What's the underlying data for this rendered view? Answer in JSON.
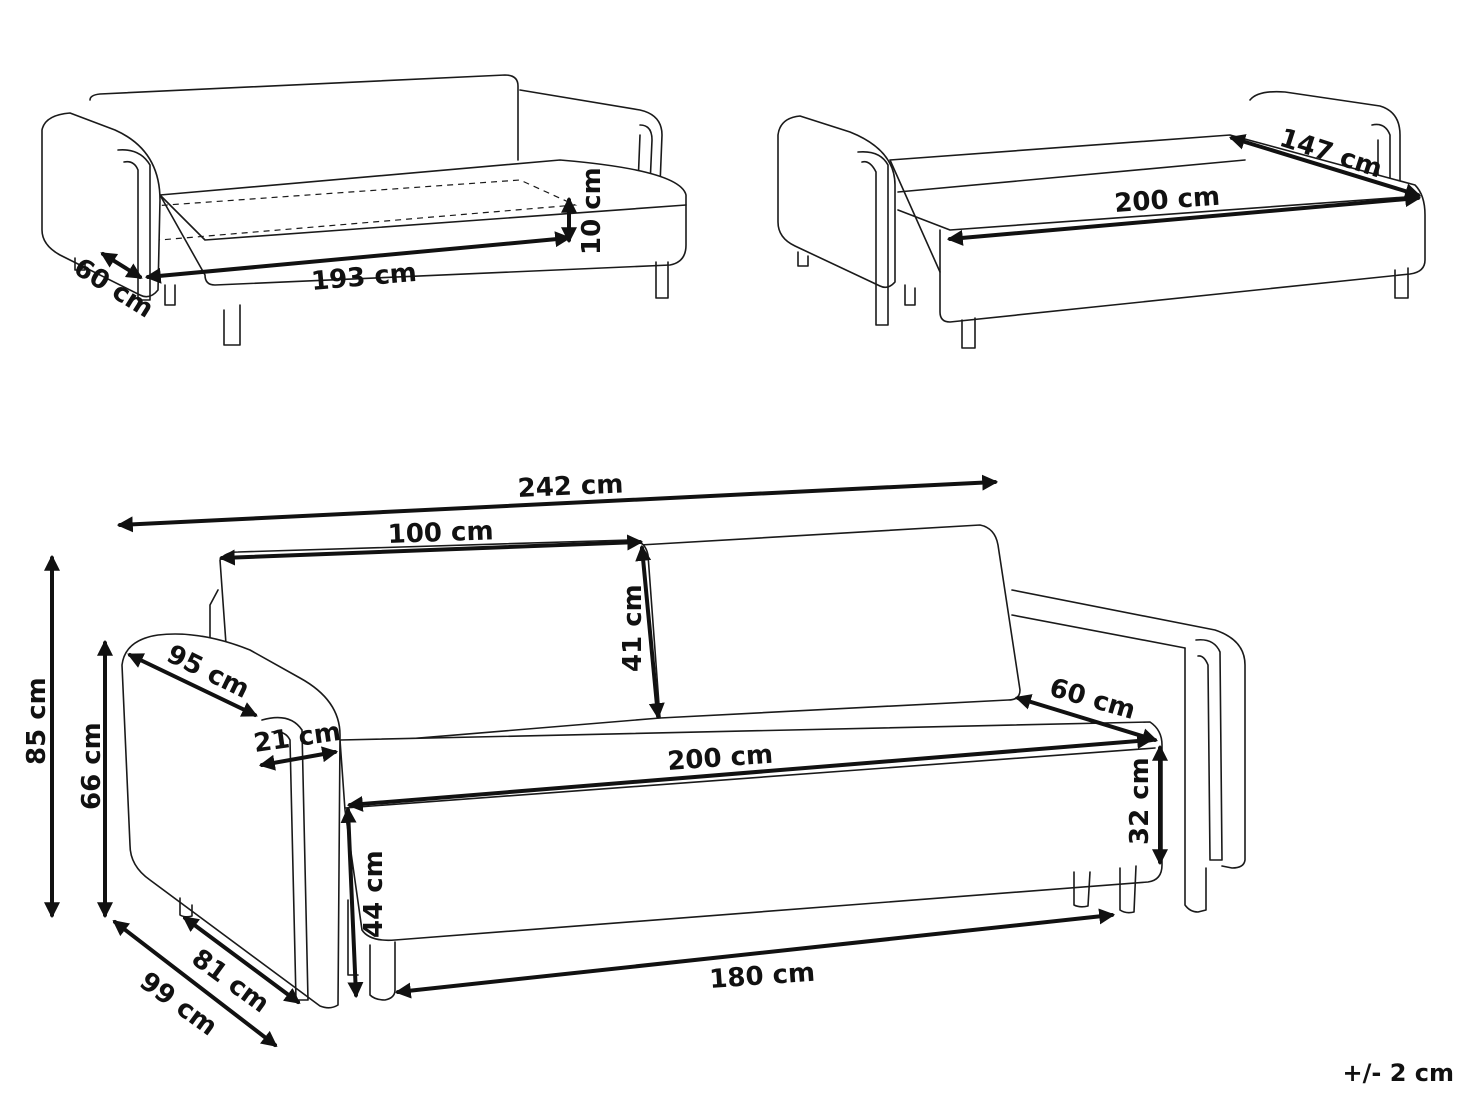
{
  "diagram": {
    "colors": {
      "line": "#1a1a1a",
      "dimension": "#111111",
      "background": "#ffffff"
    },
    "bed_view": {
      "depth": "60 cm",
      "length": "193 cm",
      "thickness": "10 cm"
    },
    "unfolded_view": {
      "width": "147 cm",
      "length": "200 cm"
    },
    "sofa_view": {
      "total_width": "242 cm",
      "backrest_width": "100 cm",
      "backrest_height": "41 cm",
      "total_height": "85 cm",
      "armrest_height": "66 cm",
      "armrest_length": "95 cm",
      "armrest_width": "21 cm",
      "seat_width": "200 cm",
      "seat_depth": "60 cm",
      "seat_thickness": "32 cm",
      "seat_height": "44 cm",
      "base_width": "180 cm",
      "inner_depth": "81 cm",
      "total_depth": "99 cm"
    },
    "tolerance": "+/- 2 cm"
  }
}
